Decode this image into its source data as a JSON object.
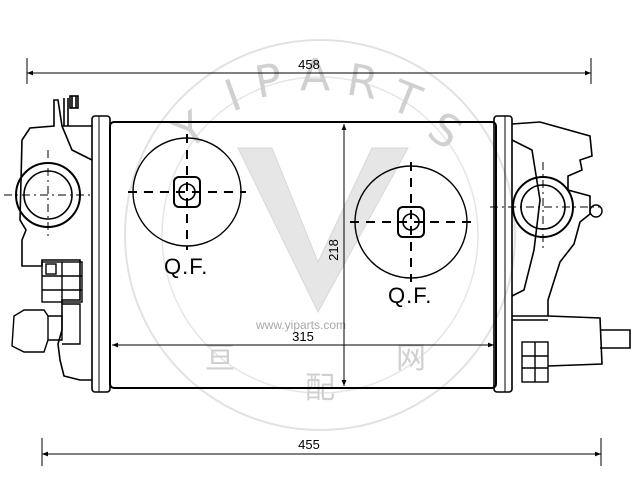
{
  "dimensions": {
    "overall_top": "458",
    "overall_bottom": "455",
    "core_width": "315",
    "core_height": "218"
  },
  "labels": {
    "qf_left": "Q.F.",
    "qf_right": "Q.F."
  },
  "watermark": {
    "url": "www.yiparts.com",
    "ring_text": "YIPARTS",
    "char_1": "亘",
    "char_2": "配",
    "char_3": "网",
    "color": "#d0d0d0"
  },
  "colors": {
    "line": "#000000",
    "background": "#ffffff"
  }
}
